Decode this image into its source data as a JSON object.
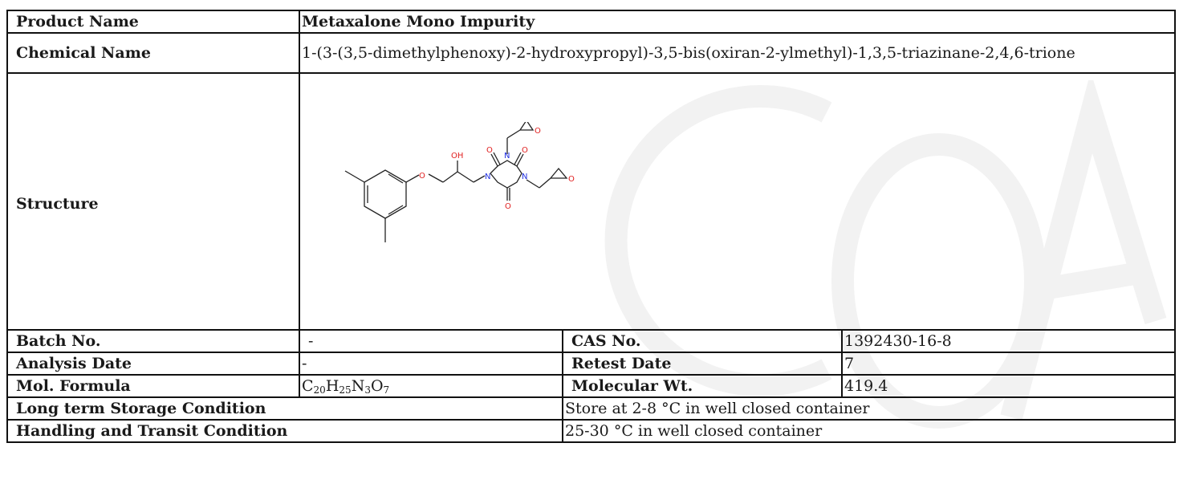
{
  "watermark": {
    "color": "#f2f2f2"
  },
  "product": {
    "label": "Product Name",
    "value": "Metaxalone Mono Impurity"
  },
  "chemical": {
    "label": "Chemical Name",
    "value": "1-(3-(3,5-dimethylphenoxy)-2-hydroxypropyl)-3,5-bis(oxiran-2-ylmethyl)-1,3,5-triazinane-2,4,6-trione"
  },
  "structure": {
    "label": "Structure",
    "atoms": {
      "oh": "OH",
      "o": "O",
      "n": "N"
    },
    "colors": {
      "oxygen": "#e02020",
      "nitrogen": "#2030e0",
      "bond": "#222222"
    }
  },
  "batch": {
    "label": "Batch No.",
    "value": "-"
  },
  "cas": {
    "label": "CAS No.",
    "value": "1392430-16-8"
  },
  "analysis": {
    "label": "Analysis Date",
    "value": "-"
  },
  "retest": {
    "label": "Retest Date",
    "value": "7"
  },
  "formula": {
    "label": "Mol. Formula",
    "c": "C",
    "c_n": "20",
    "h": "H",
    "h_n": "25",
    "n": "N",
    "n_n": "3",
    "o": "O",
    "o_n": "7"
  },
  "molwt": {
    "label": "Molecular Wt.",
    "value": "419.4"
  },
  "storage": {
    "label": "Long term Storage Condition",
    "value": "Store at 2-8 °C in well closed container"
  },
  "handling": {
    "label": "Handling and Transit Condition",
    "value": "25-30 °C in well closed container"
  }
}
